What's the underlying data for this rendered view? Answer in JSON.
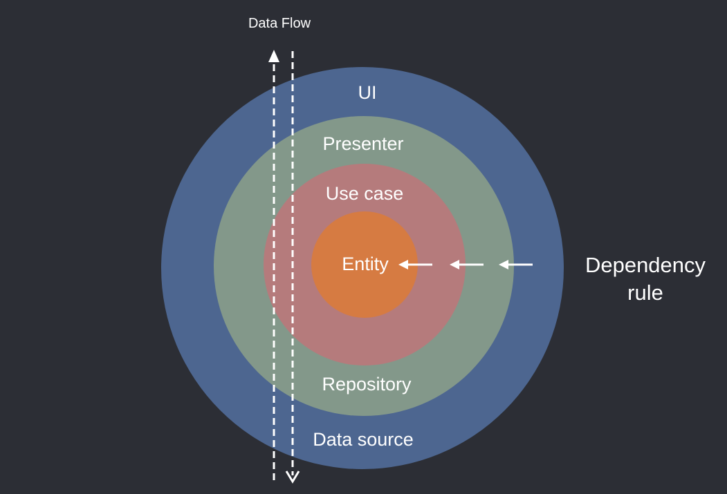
{
  "title": "Data Flow",
  "layers": [
    {
      "label": "UI",
      "color": "#4d6690"
    },
    {
      "label": "Presenter",
      "color": "#83988a"
    },
    {
      "label": "Use case",
      "color": "#b57b7c"
    },
    {
      "label": "Entity",
      "color": "#d67b42"
    }
  ],
  "outer_bottom_labels": {
    "presenter_bottom": "Repository",
    "ui_bottom": "Data source"
  },
  "dependency_rule": {
    "line1": "Dependency",
    "line2": "rule"
  },
  "colors": {
    "background": "#2c2e35",
    "text": "#ffffff",
    "arrow": "#ffffff"
  }
}
